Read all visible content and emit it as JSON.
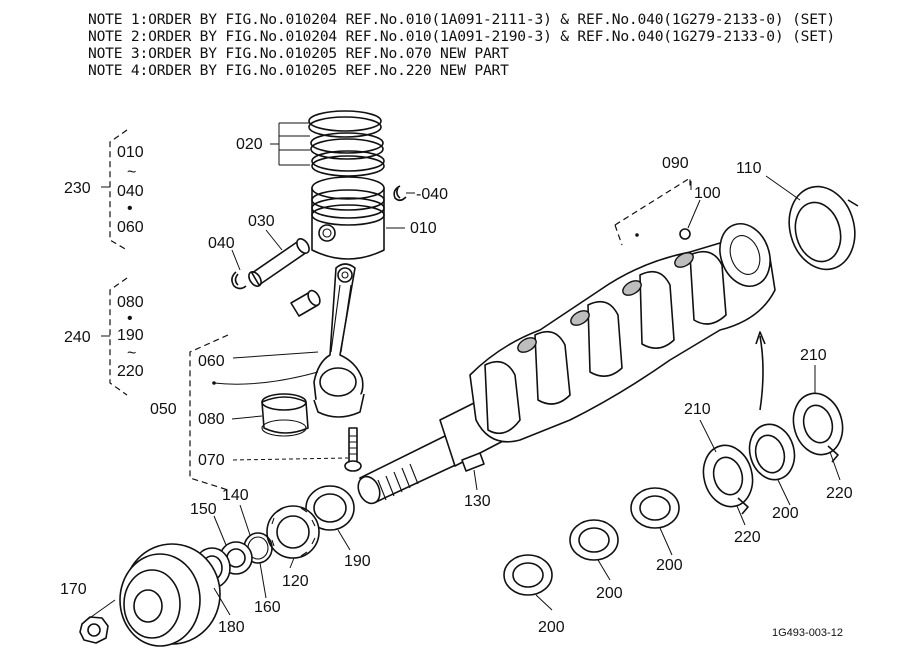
{
  "notes": [
    "NOTE 1:ORDER BY FIG.No.010204 REF.No.010(1A091-2111-3) & REF.No.040(1G279-2133-0) (SET)",
    "NOTE 2:ORDER BY FIG.No.010204 REF.No.010(1A091-2190-3) & REF.No.040(1G279-2133-0) (SET)",
    "NOTE 3:ORDER BY FIG.No.010205 REF.No.070 NEW PART",
    "NOTE 4:ORDER BY FIG.No.010205 REF.No.220 NEW PART"
  ],
  "labels": {
    "l020": "020",
    "l040r": "-040",
    "l010r": "010",
    "l030": "030",
    "l040l": "040",
    "g230_010": "010",
    "g230_sep": "~",
    "g230_040": "040",
    "g230_dot": "•",
    "g230_060": "060",
    "l230": "230",
    "g240_080": "080",
    "g240_dot": "•",
    "g240_190": "190",
    "g240_sep": "~",
    "g240_220": "220",
    "l240": "240",
    "l060": "060",
    "l050": "050",
    "l080": "080",
    "l070": "070",
    "l090": "090",
    "l100": "100",
    "l110": "110",
    "l130": "130",
    "l140": "140",
    "l150": "150",
    "l120": "120",
    "l190": "190",
    "l160": "160",
    "l170": "170",
    "l180": "180",
    "l210a": "210",
    "l210b": "210",
    "l220a": "220",
    "l220b": "220",
    "l200a": "200",
    "l200b": "200",
    "l200c": "200",
    "l200d": "200"
  },
  "figure_code": "1G493-003-12"
}
